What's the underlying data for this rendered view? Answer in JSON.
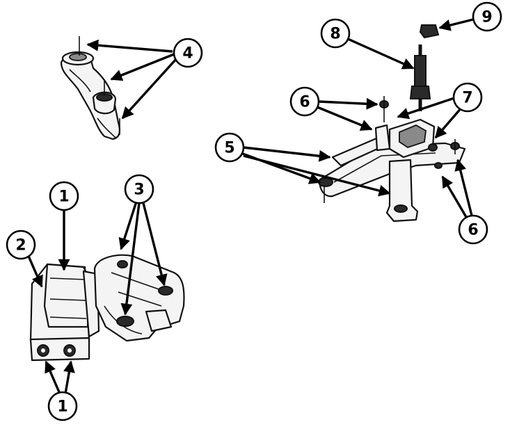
{
  "callouts": {
    "c1_top": "1",
    "c1_bottom": "1",
    "c2": "2",
    "c3": "3",
    "c4": "4",
    "c5": "5",
    "c6_left": "6",
    "c6_right": "6",
    "c7": "7",
    "c8": "8",
    "c9": "9"
  }
}
